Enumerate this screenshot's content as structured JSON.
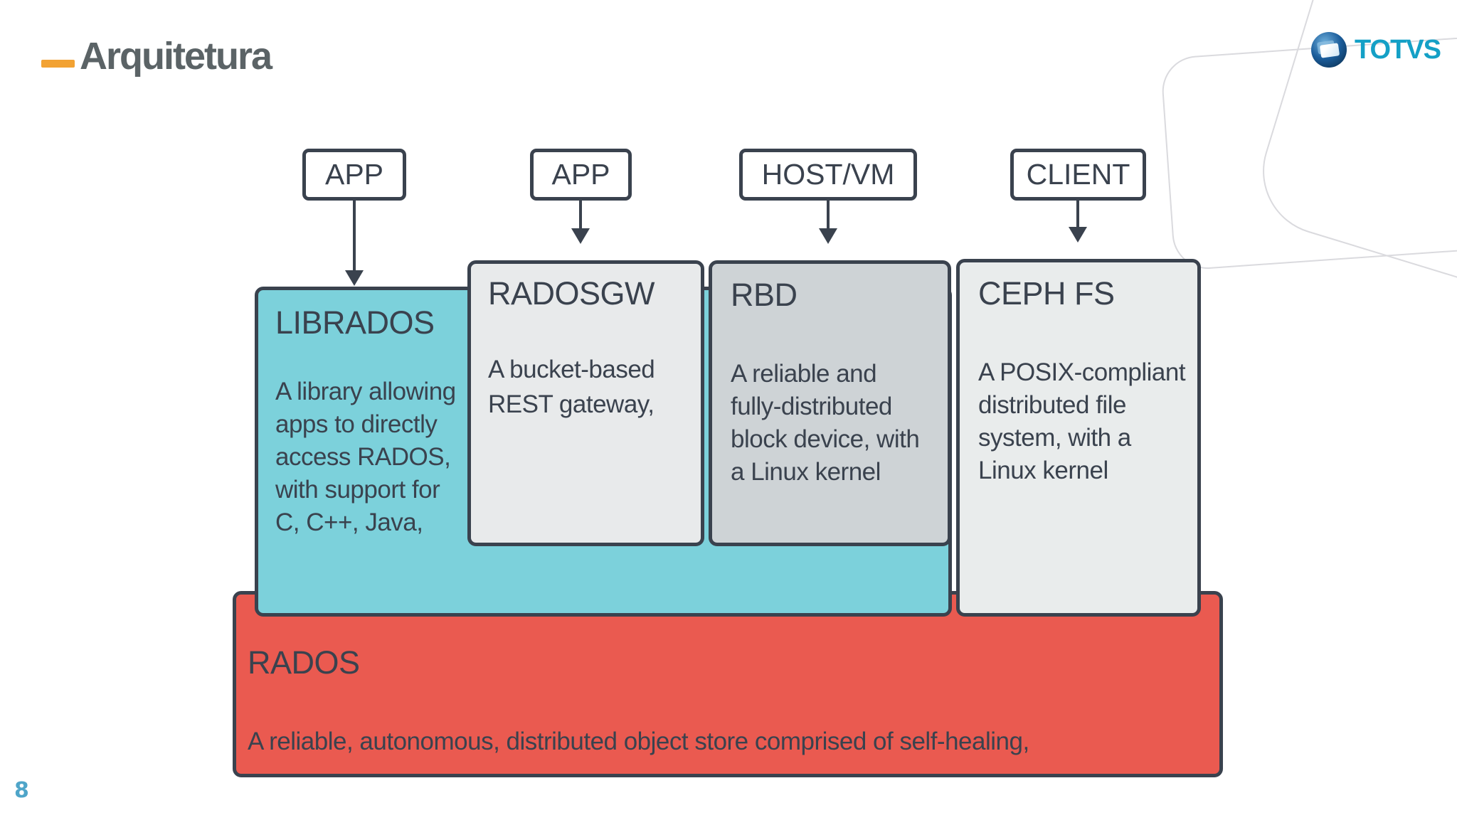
{
  "header": {
    "title": "Arquitetura"
  },
  "logo": {
    "text": "TOTVS"
  },
  "footer": {
    "page_number": "8"
  },
  "top_labels": {
    "app1": "APP",
    "app2": "APP",
    "hostvm": "HOST/VM",
    "client": "CLIENT"
  },
  "components": {
    "librados": {
      "title": "LIBRADOS",
      "lines": [
        "A library allowing",
        "apps to directly",
        "access RADOS,",
        "with support for",
        "C, C++, Java,"
      ]
    },
    "radosgw": {
      "title": "RADOSGW",
      "lines": [
        "A bucket-based",
        "REST gateway,"
      ]
    },
    "rbd": {
      "title": "RBD",
      "lines": [
        "A reliable and",
        "fully-distributed",
        "block device, with",
        "a Linux kernel"
      ]
    },
    "cephfs": {
      "title": "CEPH FS",
      "lines": [
        "A POSIX-compliant",
        "distributed file",
        "system, with a",
        "Linux kernel"
      ]
    },
    "rados": {
      "title": "RADOS",
      "lines": [
        "A reliable, autonomous, distributed object store comprised of self-healing,"
      ]
    }
  },
  "colors": {
    "ink": "#3A424E",
    "teal": "#7CD1DB",
    "red": "#EA5A50",
    "gray-light": "#E8EAEB",
    "gray-mid": "#CED3D6",
    "gray-light2": "#E9ECEC",
    "heading-text": "#5B6366",
    "accent-orange": "#F2A233",
    "page-blue": "#4FA5C9",
    "logo-cyan": "#14A0C6",
    "decor-line": "#DADADE"
  }
}
